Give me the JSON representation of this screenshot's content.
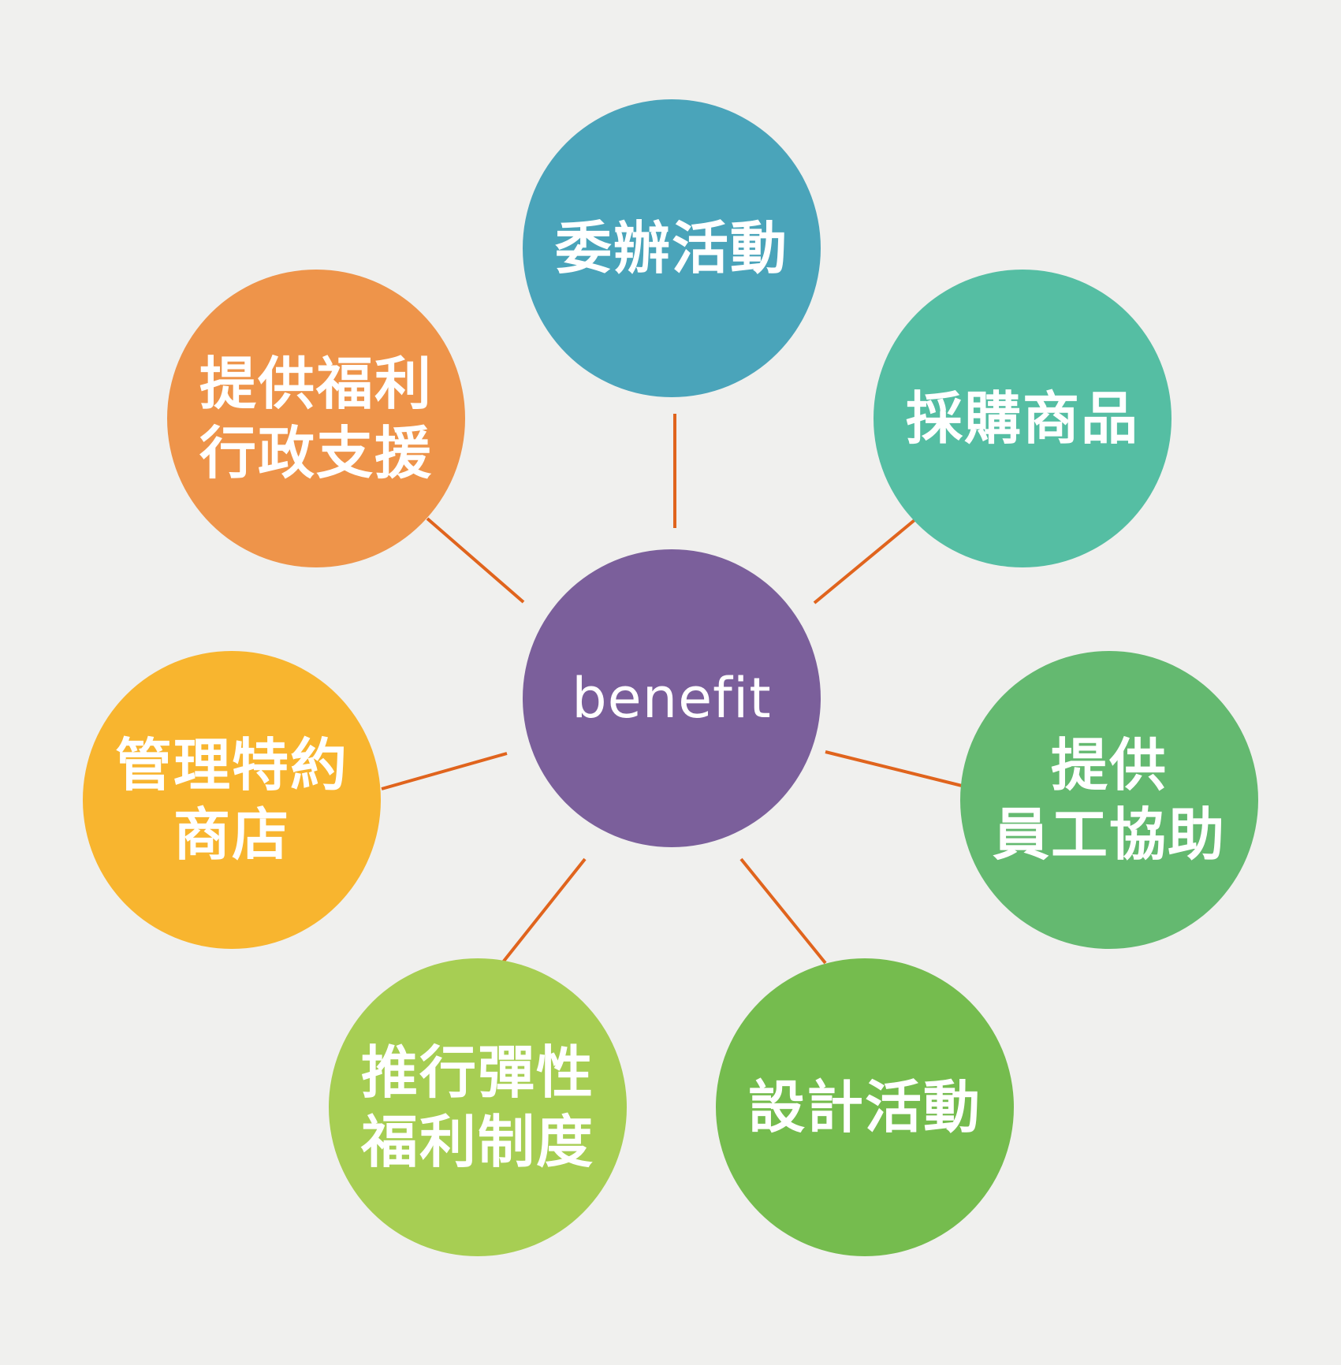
{
  "center": {
    "label": "benefit",
    "color": "#7b5f9b"
  },
  "nodes": [
    {
      "id": "top",
      "label": "委辦活動",
      "color": "#4aa4ba"
    },
    {
      "id": "upper-right",
      "label": "採購商品",
      "color": "#55bea3"
    },
    {
      "id": "right",
      "label": "提供\n員工協助",
      "color": "#64b970"
    },
    {
      "id": "lower-right",
      "label": "設計活動",
      "color": "#75bc4e"
    },
    {
      "id": "lower-left",
      "label": "推行彈性\n福利制度",
      "color": "#a7ce53"
    },
    {
      "id": "left",
      "label": "管理特約\n商店",
      "color": "#f8b52f"
    },
    {
      "id": "upper-left",
      "label": "提供福利\n行政支援",
      "color": "#ee944a"
    }
  ],
  "connector_color": "#e0641d"
}
